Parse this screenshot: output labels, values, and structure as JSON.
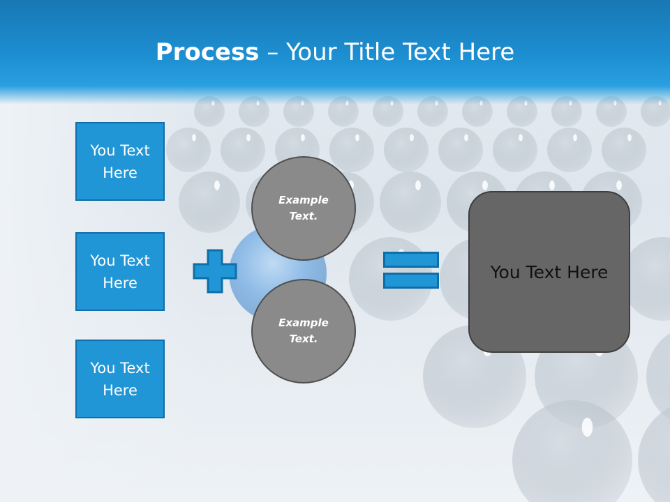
{
  "title": {
    "bold": "Process",
    "rest": " – Your Title Text Here"
  },
  "inputs": [
    {
      "label": "You Text Here"
    },
    {
      "label": "You Text Here"
    },
    {
      "label": "You Text Here"
    }
  ],
  "circles": [
    {
      "label": "Example Text."
    },
    {
      "label": "Example Text."
    }
  ],
  "result": {
    "label": "You Text Here"
  },
  "colors": {
    "header_blue": "#1d8fd2",
    "box_blue": "#2196d6",
    "circle_gray": "#8a8a8a",
    "result_gray": "#666666"
  },
  "icons": {
    "operator_1": "plus-icon",
    "operator_2": "equals-icon"
  }
}
